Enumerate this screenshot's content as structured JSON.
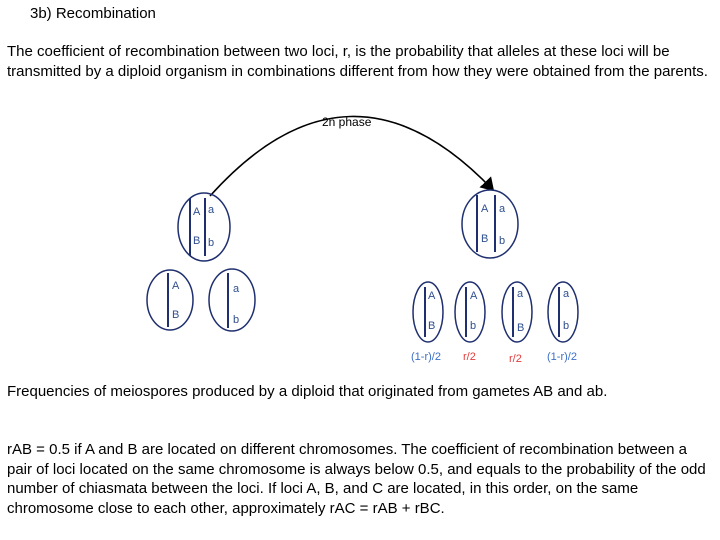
{
  "title": "3b) Recombination",
  "intro": "The coefficient of recombination between two loci, r, is the probability that alleles at these loci will be transmitted by a diploid organism in combinations different from how they were obtained from the parents.",
  "diagram": {
    "phase_label": "2n phase",
    "allele_A": "A",
    "allele_a": "a",
    "allele_B": "B",
    "allele_b": "b",
    "freq_parental": "(1-r)/2",
    "freq_recomb": "r/2"
  },
  "caption": "Frequencies of meiospores produced by a diploid that originated from gametes AB and ab.",
  "body": "rAB = 0.5 if A and B are located on different chromosomes. The coefficient of recombination between a pair of loci located on the same chromosome is always below 0.5, and equals to the probability of the odd number of chiasmata between the loci. If loci A, B, and C are located, in this order, on the same chromosome close to each other, approximately rAC = rAB + rBC.",
  "colors": {
    "label_blue": "#2f4f8f",
    "freq_blue": "#3b6fc9",
    "freq_red": "#e23b3b",
    "ink": "#1f2f6f"
  }
}
